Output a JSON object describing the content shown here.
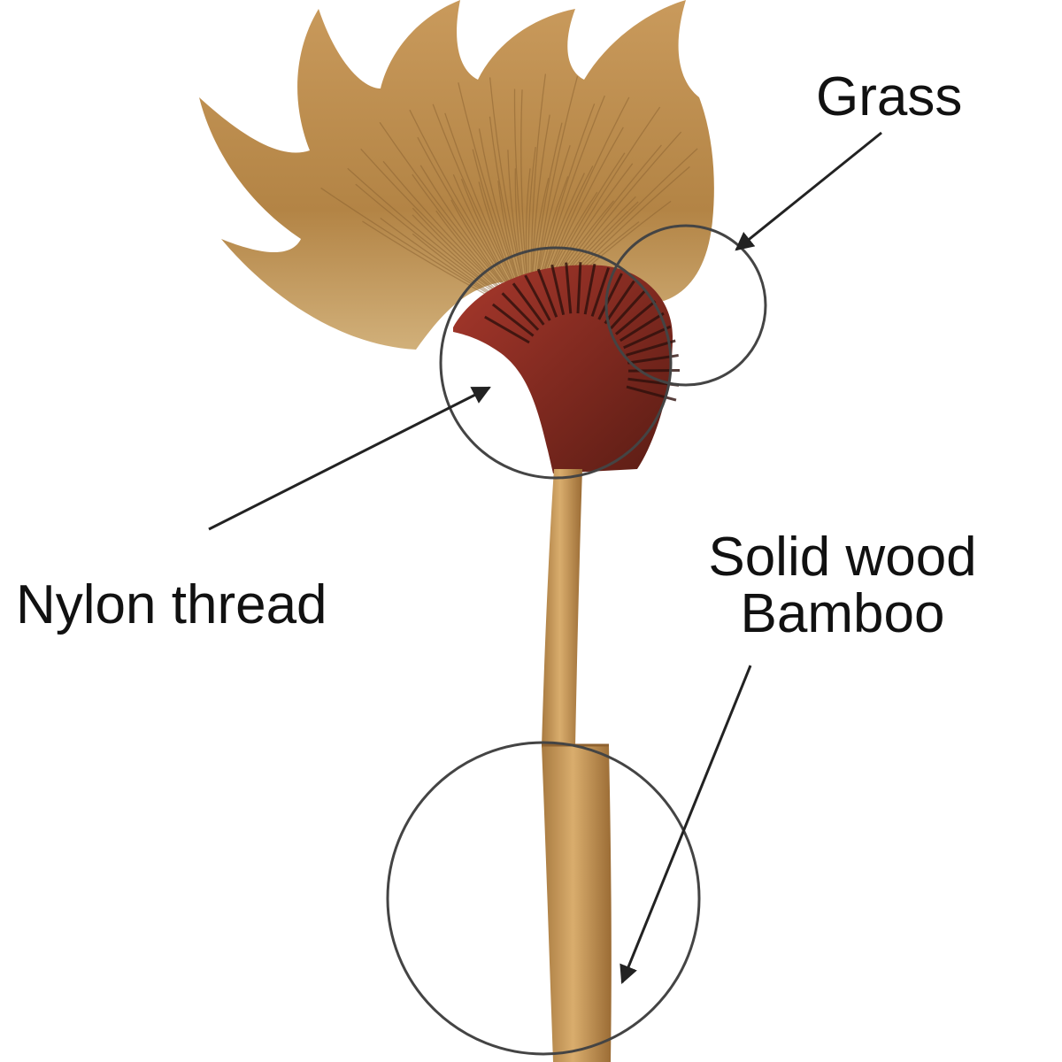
{
  "labels": {
    "grass": "Grass",
    "nylon_thread": "Nylon thread",
    "solid_wood_line1": "Solid wood",
    "solid_wood_line2": "Bamboo"
  },
  "colors": {
    "grass": "#b98a4e",
    "grass_dark": "#8a6130",
    "thread": "#8c2a22",
    "thread_dark": "#3a1510",
    "handle": "#c79a5c",
    "handle_dark": "#a87a40",
    "callout": "#444444"
  }
}
